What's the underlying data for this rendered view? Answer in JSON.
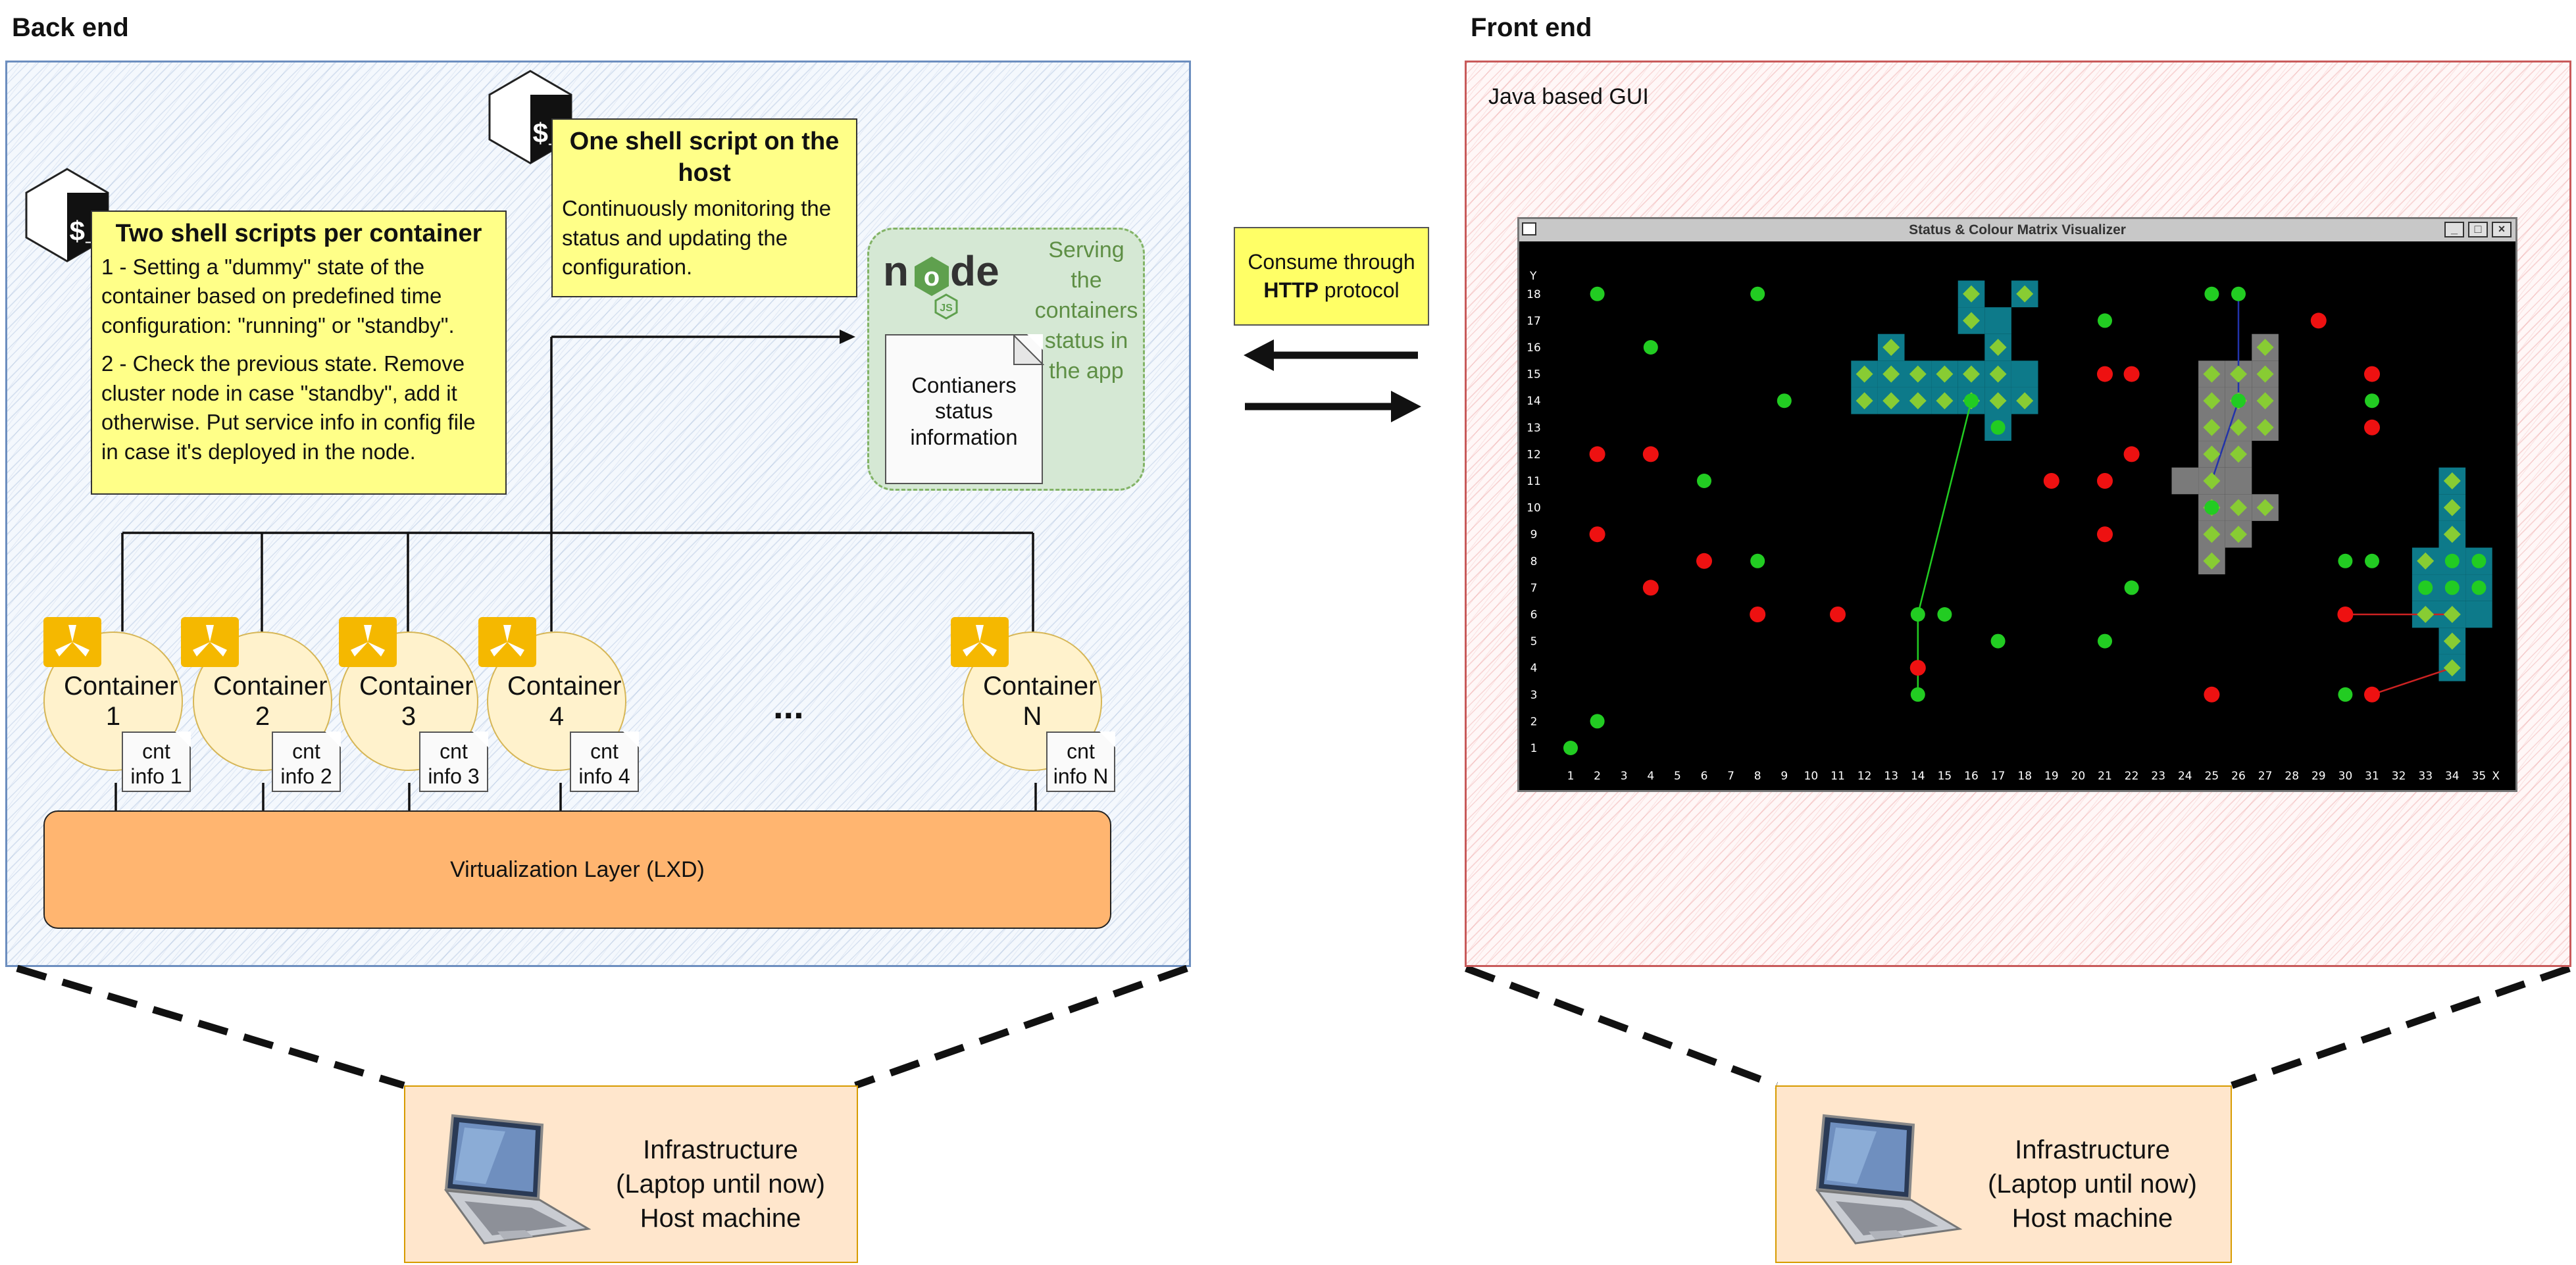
{
  "headings": {
    "back_end": "Back end",
    "front_end": "Front end"
  },
  "back_end": {
    "shell_per_container": {
      "title": "Two shell scripts per container",
      "step1": "1 - Setting a \"dummy\" state of the container based on predefined time configuration: \"running\" or \"standby\".",
      "step2": "2 -  Check the previous state. Remove cluster node in case \"standby\", add it otherwise. Put service info in config file in case it's deployed in the node."
    },
    "shell_host": {
      "title": "One shell script on the host",
      "body": "Continuously monitoring the status and updating the configuration."
    },
    "node_service": {
      "text": "Serving the containers status in the app",
      "doc": "Contianers status information"
    },
    "containers": [
      {
        "name": "Container 1",
        "info": "cnt info 1"
      },
      {
        "name": "Container 2",
        "info": "cnt info 2"
      },
      {
        "name": "Container 3",
        "info": "cnt info 3"
      },
      {
        "name": "Container 4",
        "info": "cnt info 4"
      },
      {
        "name": "Container N",
        "info": "cnt info N"
      }
    ],
    "ellipsis": "...",
    "virtualization_layer": "Virtualization Layer (LXD)",
    "infrastructure": {
      "line1": "Infrastructure",
      "line2": "(Laptop until now)",
      "line3": "Host machine"
    }
  },
  "middle": {
    "consume_pre": "Consume through ",
    "consume_bold": "HTTP",
    "consume_post": " protocol"
  },
  "front_end": {
    "gui_label": "Java based GUI",
    "window_title": "Status & Colour Matrix Visualizer",
    "window_buttons": [
      "_",
      "□",
      "×"
    ],
    "infrastructure": {
      "line1": "Infrastructure",
      "line2": "(Laptop until now)",
      "line3": "Host machine"
    }
  },
  "chart_data": {
    "type": "scatter",
    "title": "Status & Colour Matrix Visualizer",
    "xlabel": "X",
    "ylabel": "Y",
    "xlim": [
      1,
      35
    ],
    "ylim": [
      1,
      18
    ],
    "x_ticks": [
      1,
      2,
      3,
      4,
      5,
      6,
      7,
      8,
      9,
      10,
      11,
      12,
      13,
      14,
      15,
      16,
      17,
      18,
      19,
      20,
      21,
      22,
      23,
      24,
      25,
      26,
      27,
      28,
      29,
      30,
      31,
      32,
      33,
      34,
      35
    ],
    "y_ticks": [
      1,
      2,
      3,
      4,
      5,
      6,
      7,
      8,
      9,
      10,
      11,
      12,
      13,
      14,
      15,
      16,
      17,
      18
    ],
    "background": "#000000",
    "colors": {
      "green": "#22cc22",
      "red": "#ee1111",
      "teal": "#0d7a8a",
      "gray": "#7a7a7a",
      "diamond": "#88cc33"
    },
    "teal_cells": [
      [
        16,
        18
      ],
      [
        18,
        18
      ],
      [
        16,
        17
      ],
      [
        17,
        17
      ],
      [
        13,
        16
      ],
      [
        17,
        16
      ],
      [
        12,
        15
      ],
      [
        13,
        15
      ],
      [
        14,
        15
      ],
      [
        15,
        15
      ],
      [
        16,
        15
      ],
      [
        17,
        15
      ],
      [
        18,
        15
      ],
      [
        12,
        14
      ],
      [
        13,
        14
      ],
      [
        14,
        14
      ],
      [
        15,
        14
      ],
      [
        16,
        14
      ],
      [
        17,
        14
      ],
      [
        18,
        14
      ],
      [
        17,
        13
      ],
      [
        34,
        11
      ],
      [
        34,
        10
      ],
      [
        34,
        9
      ],
      [
        33,
        8
      ],
      [
        34,
        8
      ],
      [
        35,
        8
      ],
      [
        33,
        7
      ],
      [
        34,
        7
      ],
      [
        35,
        7
      ],
      [
        33,
        6
      ],
      [
        34,
        6
      ],
      [
        35,
        6
      ],
      [
        34,
        5
      ],
      [
        34,
        4
      ]
    ],
    "gray_cells": [
      [
        27,
        16
      ],
      [
        25,
        15
      ],
      [
        26,
        15
      ],
      [
        27,
        15
      ],
      [
        25,
        14
      ],
      [
        26,
        14
      ],
      [
        27,
        14
      ],
      [
        25,
        13
      ],
      [
        26,
        13
      ],
      [
        27,
        13
      ],
      [
        25,
        12
      ],
      [
        26,
        12
      ],
      [
        24,
        11
      ],
      [
        25,
        11
      ],
      [
        26,
        11
      ],
      [
        25,
        10
      ],
      [
        26,
        10
      ],
      [
        27,
        10
      ],
      [
        25,
        9
      ],
      [
        26,
        9
      ],
      [
        25,
        8
      ]
    ],
    "diamonds": [
      [
        16,
        18
      ],
      [
        18,
        18
      ],
      [
        16,
        17
      ],
      [
        17,
        16
      ],
      [
        13,
        16
      ],
      [
        12,
        15
      ],
      [
        13,
        15
      ],
      [
        14,
        15
      ],
      [
        15,
        15
      ],
      [
        16,
        15
      ],
      [
        17,
        15
      ],
      [
        12,
        14
      ],
      [
        13,
        14
      ],
      [
        14,
        14
      ],
      [
        15,
        14
      ],
      [
        16,
        14
      ],
      [
        17,
        14
      ],
      [
        18,
        14
      ],
      [
        27,
        16
      ],
      [
        25,
        15
      ],
      [
        26,
        15
      ],
      [
        27,
        15
      ],
      [
        25,
        14
      ],
      [
        26,
        14
      ],
      [
        27,
        14
      ],
      [
        25,
        13
      ],
      [
        26,
        13
      ],
      [
        27,
        13
      ],
      [
        25,
        12
      ],
      [
        26,
        12
      ],
      [
        25,
        11
      ],
      [
        25,
        10
      ],
      [
        26,
        10
      ],
      [
        27,
        10
      ],
      [
        25,
        9
      ],
      [
        26,
        9
      ],
      [
        25,
        8
      ],
      [
        34,
        11
      ],
      [
        34,
        10
      ],
      [
        34,
        9
      ],
      [
        33,
        8
      ],
      [
        33,
        6
      ],
      [
        34,
        6
      ],
      [
        34,
        5
      ],
      [
        34,
        4
      ]
    ],
    "green_points": [
      [
        2,
        18
      ],
      [
        8,
        18
      ],
      [
        25,
        18
      ],
      [
        26,
        18
      ],
      [
        21,
        17
      ],
      [
        4,
        16
      ],
      [
        9,
        14
      ],
      [
        6,
        11
      ],
      [
        2,
        2
      ],
      [
        1,
        1
      ],
      [
        8,
        8
      ],
      [
        14,
        6
      ],
      [
        15,
        6
      ],
      [
        17,
        5
      ],
      [
        21,
        5
      ],
      [
        22,
        7
      ],
      [
        14,
        3
      ],
      [
        30,
        8
      ],
      [
        31,
        8
      ],
      [
        30,
        3
      ],
      [
        31,
        14
      ],
      [
        16,
        14
      ],
      [
        17,
        13
      ],
      [
        34,
        8
      ],
      [
        35,
        8
      ],
      [
        33,
        7
      ],
      [
        34,
        7
      ],
      [
        35,
        7
      ],
      [
        25,
        10
      ],
      [
        26,
        14
      ]
    ],
    "red_points": [
      [
        29,
        17
      ],
      [
        21,
        15
      ],
      [
        22,
        15
      ],
      [
        31,
        15
      ],
      [
        31,
        13
      ],
      [
        2,
        12
      ],
      [
        4,
        12
      ],
      [
        22,
        12
      ],
      [
        19,
        11
      ],
      [
        21,
        11
      ],
      [
        2,
        9
      ],
      [
        21,
        9
      ],
      [
        6,
        8
      ],
      [
        4,
        7
      ],
      [
        8,
        6
      ],
      [
        11,
        6
      ],
      [
        30,
        6
      ],
      [
        14,
        4
      ],
      [
        25,
        3
      ],
      [
        31,
        3
      ]
    ],
    "lines": [
      {
        "from": [
          14,
          6
        ],
        "to": [
          16,
          14
        ],
        "color": "#22cc22"
      },
      {
        "from": [
          14,
          6
        ],
        "to": [
          14,
          3
        ],
        "color": "#22cc22"
      },
      {
        "from": [
          26,
          18
        ],
        "to": [
          26,
          14
        ],
        "color": "#2233aa"
      },
      {
        "from": [
          26,
          14
        ],
        "to": [
          25,
          11
        ],
        "color": "#2233aa"
      },
      {
        "from": [
          30,
          6
        ],
        "to": [
          34,
          6
        ],
        "color": "#cc2222"
      },
      {
        "from": [
          31,
          3
        ],
        "to": [
          34,
          4
        ],
        "color": "#cc2222"
      }
    ]
  }
}
